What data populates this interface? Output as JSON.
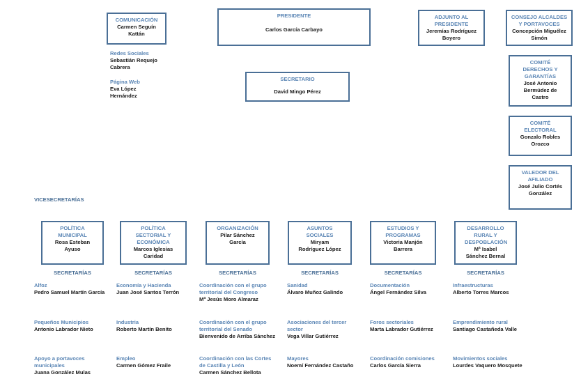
{
  "presidente": {
    "title": "PRESIDENTE",
    "name": "Carlos García Carbayo"
  },
  "secretario": {
    "title": "SECRETARIO",
    "name": "David Mingo Pérez"
  },
  "comunicacion": {
    "title": "COMUNICACIÓN",
    "name": "Carmen Seguín Kattán"
  },
  "redes": {
    "label": "Redes Sociales",
    "name": "Sebastián Requejo Cabrera"
  },
  "web": {
    "label": "Página Web",
    "name": "Eva López Hernández"
  },
  "adjunto": {
    "title": "ADJUNTO AL PRESIDENTE",
    "name": "Jeremías Rodríguez Boyero"
  },
  "consejo": {
    "title": "CONSEJO ALCALDES Y PORTAVOCES",
    "name": "Concepción Miguélez Simón"
  },
  "comite_derechos": {
    "title": "COMITÉ DERECHOS Y GARANTÍAS",
    "name": "José Antonio Bermúdez de Castro"
  },
  "comite_electoral": {
    "title": "COMITÉ ELECTORAL",
    "name": "Gonzalo Robles Orozco"
  },
  "valedor": {
    "title": "VALEDOR DEL AFILIADO",
    "name": "José Julio Cortés González"
  },
  "vicesecretarias_label": "VICESECRETARÍAS",
  "secretarias_label": "SECRETARÍAS",
  "vices": [
    {
      "title": "POLÍTICA MUNICIPAL",
      "name": "Rosa Esteban Ayuso",
      "secs": [
        {
          "area": "Alfoz",
          "name": "Pedro Samuel Martín García"
        },
        {
          "area": "Pequeños Municipios",
          "name": "Antonio Labrador Nieto"
        },
        {
          "area": "Apoyo a portavoces municipales",
          "name": "Juana González Mulas"
        }
      ]
    },
    {
      "title": "POLÍTICA SECTORIAL Y ECONÓMICA",
      "name": "Marcos Iglesias Caridad",
      "secs": [
        {
          "area": "Economía y Hacienda",
          "name": "Juan José Santos Terrón"
        },
        {
          "area": "Industria",
          "name": "Roberto Martín Benito"
        },
        {
          "area": "Empleo",
          "name": "Carmen Gómez Fraile"
        }
      ]
    },
    {
      "title": "ORGANIZACIÓN",
      "name": "Pilar Sánchez García",
      "secs": [
        {
          "area": "Coordinación con el grupo territorial del Congreso",
          "name": "Mª Jesús Moro Almaraz"
        },
        {
          "area": "Coordinación con el grupo territorial del Senado",
          "name": "Bienvenido de Arriba Sánchez"
        },
        {
          "area": "Coordinación con las Cortes de Castilla y León",
          "name": "Carmen Sánchez Bellota"
        }
      ]
    },
    {
      "title": "ASUNTOS SOCIALES",
      "name": "Miryam Rodríguez López",
      "secs": [
        {
          "area": "Sanidad",
          "name": "Álvaro Muñoz Galindo"
        },
        {
          "area": "Asociaciones del tercer sector",
          "name": "Vega Villar Gutiérrez"
        },
        {
          "area": "Mayores",
          "name": "Noemí Fernández Castaño"
        }
      ]
    },
    {
      "title": "ESTUDIOS Y PROGRAMAS",
      "name": "Victoria Manjón Barrera",
      "secs": [
        {
          "area": "Documentación",
          "name": "Ángel Fernández Silva"
        },
        {
          "area": "Foros sectoriales",
          "name": "Marta Labrador Gutiérrez"
        },
        {
          "area": "Coordinación comisiones",
          "name": "Carlos García Sierra"
        }
      ]
    },
    {
      "title": "DESARROLLO RURAL Y DESPOBLACIÓN",
      "name": "Mª Isabel Sánchez Bernal",
      "secs": [
        {
          "area": "Infraestructuras",
          "name": "Alberto Torres Marcos"
        },
        {
          "area": "Emprendimiento rural",
          "name": "Santiago Castañeda Valle"
        },
        {
          "area": "Movimientos sociales",
          "name": "Lourdes Vaquero Mosquete"
        }
      ]
    }
  ]
}
